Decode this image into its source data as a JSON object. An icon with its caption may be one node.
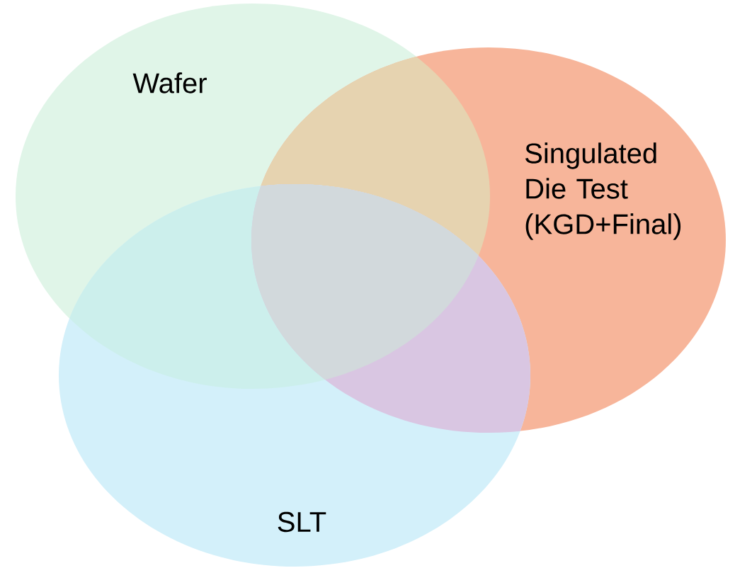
{
  "diagram": {
    "nodes": [
      {
        "text": [
          "Wafer"
        ]
      },
      {
        "text": [
          "Singulated Die Test (KGD+Final)"
        ]
      },
      {
        "text": [
          "SLT"
        ]
      }
    ]
  }
}
